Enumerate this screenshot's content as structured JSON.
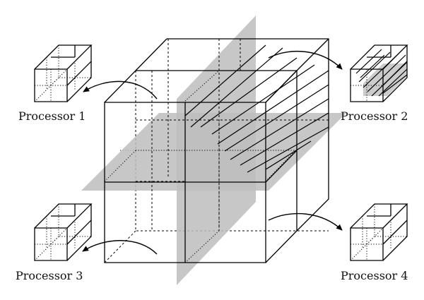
{
  "processors": [
    {
      "label": "Processor 1"
    },
    {
      "label": "Processor 2"
    },
    {
      "label": "Processor 3"
    },
    {
      "label": "Processor 4"
    }
  ],
  "colors": {
    "plane_fill": "#bdbdbd",
    "line": "#000000",
    "background": "#ffffff"
  }
}
